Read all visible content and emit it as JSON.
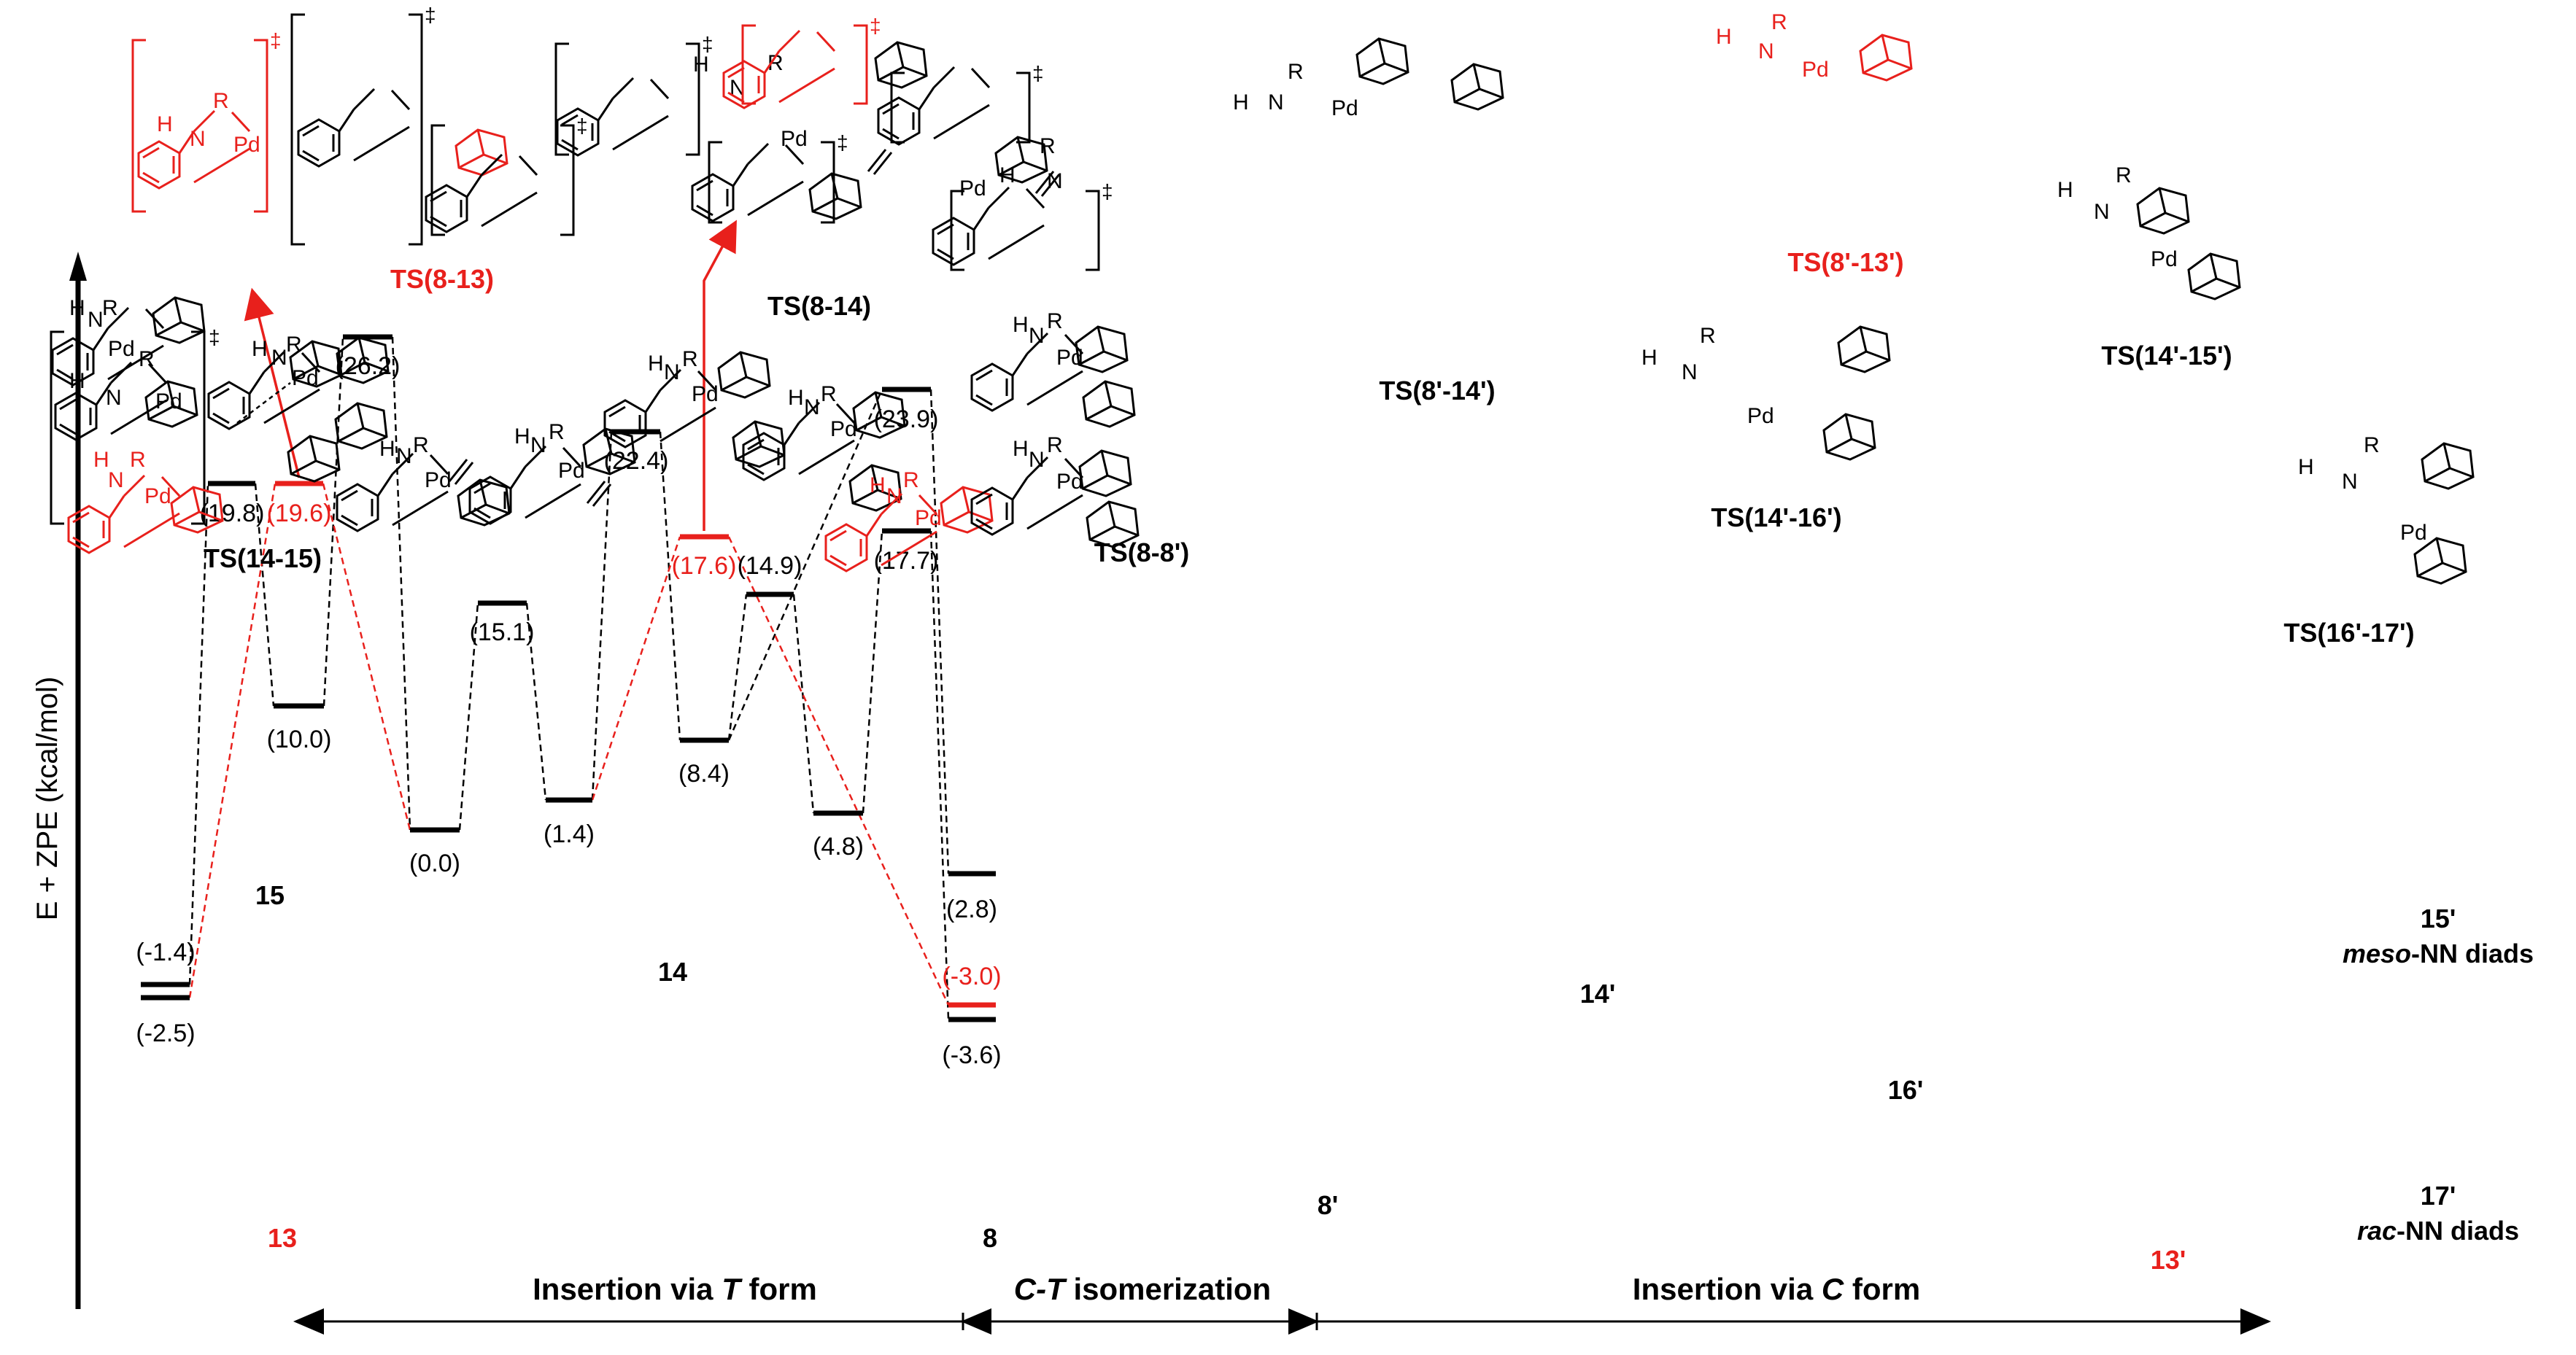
{
  "axis": {
    "ylabel": "E + ZPE (kcal/mol)"
  },
  "colors": {
    "main": "#000000",
    "highlight": "#e8201c"
  },
  "levels": [
    {
      "id": "15",
      "value": "(-1.4)"
    },
    {
      "id": "13",
      "value": "(-2.5)"
    },
    {
      "id": "TS14-15",
      "value": "(19.8)"
    },
    {
      "id": "TS8-13",
      "value": "(19.6)"
    },
    {
      "id": "14",
      "value": "(10.0)"
    },
    {
      "id": "TS8-14",
      "value": "(26.2)"
    },
    {
      "id": "8",
      "value": "(0.0)"
    },
    {
      "id": "TS8-8p",
      "value": "(15.1)"
    },
    {
      "id": "8p",
      "value": "(1.4)"
    },
    {
      "id": "TS8p-14p",
      "value": "(22.4)"
    },
    {
      "id": "TS8p-13p",
      "value": "(17.6)"
    },
    {
      "id": "14p",
      "value": "(8.4)"
    },
    {
      "id": "TS14p-16p",
      "value": "(14.9)"
    },
    {
      "id": "TS14p-15p",
      "value": "(23.9)"
    },
    {
      "id": "16p",
      "value": "(4.8)"
    },
    {
      "id": "TS16p-17p",
      "value": "(17.7)"
    },
    {
      "id": "15p",
      "value": "(2.8)"
    },
    {
      "id": "13p",
      "value": "(-3.0)"
    },
    {
      "id": "17p",
      "value": "(-3.6)"
    }
  ],
  "structures": {
    "ts_14_15": "TS(14-15)",
    "ts_8_13": "TS(8-13)",
    "ts_8_14": "TS(8-14)",
    "ts_8_8p": "TS(8-8')",
    "ts_8p_14p": "TS(8'-14')",
    "ts_8p_13p": "TS(8'-13')",
    "ts_14p_16p": "TS(14'-16')",
    "ts_14p_15p": "TS(14'-15')",
    "ts_16p_17p": "TS(16'-17')",
    "s15": "15",
    "s13": "13",
    "s14": "14",
    "s8": "8",
    "s8p": "8'",
    "s14p": "14'",
    "s16p": "16'",
    "s13p": "13'",
    "s15p": "15'",
    "s15p_caption_italic": "meso",
    "s15p_caption_rest": "-NN diads",
    "s17p": "17'",
    "s17p_caption_italic": "rac",
    "s17p_caption_rest": "-NN diads"
  },
  "atoms": {
    "n": "N",
    "h": "H",
    "r": "R",
    "pd": "Pd",
    "dagger": "‡"
  },
  "sections": {
    "left_prefix": "Insertion via ",
    "left_italic": "T",
    "left_suffix": " form",
    "middle_italic": "C-T",
    "middle_suffix": " isomerization",
    "right_prefix": "Insertion via ",
    "right_italic": "C",
    "right_suffix": " form"
  }
}
